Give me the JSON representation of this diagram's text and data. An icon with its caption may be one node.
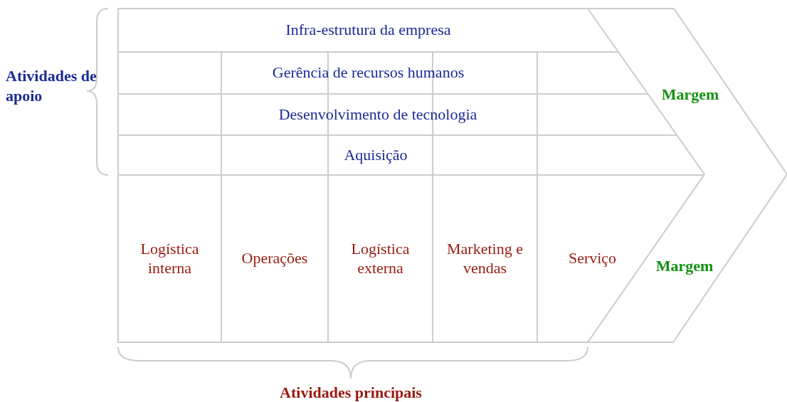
{
  "diagram": {
    "nodes": [
      {
        "text": [
          "Infra-estrutura da empresa"
        ]
      },
      {
        "text": [
          "Gerência de recursos humanos"
        ]
      },
      {
        "text": [
          "Desenvolvimento de tecnologia"
        ]
      },
      {
        "text": [
          "Aquisição"
        ]
      },
      {
        "text": [
          "Logística interna"
        ]
      },
      {
        "text": [
          "Operações"
        ]
      },
      {
        "text": [
          "Logística externa"
        ]
      },
      {
        "text": [
          "Marketing e vendas"
        ]
      },
      {
        "text": [
          "Serviço"
        ]
      }
    ],
    "labels": [
      "Atividades de apoio",
      "Margem",
      "Margem",
      "Atividades principais"
    ]
  }
}
